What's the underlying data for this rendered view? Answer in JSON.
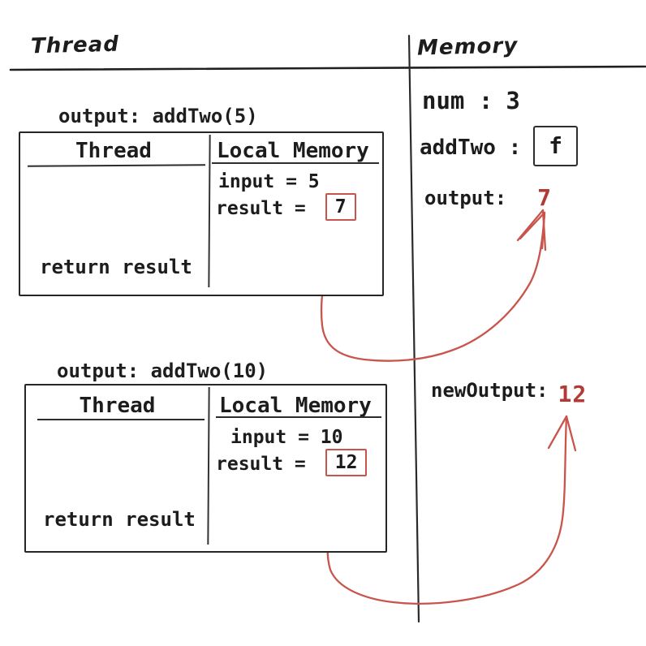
{
  "sections": {
    "left_title": "Thread",
    "right_title": "Memory"
  },
  "frame1": {
    "title": "output: addTwo(5)",
    "col_thread": "Thread",
    "col_memory": "Local Memory",
    "input": "input = 5",
    "result_label": "result =",
    "result_value": "7",
    "return_stmt": "return result"
  },
  "frame2": {
    "title": "output: addTwo(10)",
    "col_thread": "Thread",
    "col_memory": "Local Memory",
    "input": "input = 10",
    "result_label": "result =",
    "result_value": "12",
    "return_stmt": "return result"
  },
  "memory": {
    "num": {
      "label": "num :",
      "value": "3"
    },
    "addTwo": {
      "label": "addTwo :",
      "value": "f"
    },
    "output": {
      "label": "output:",
      "value": "7"
    },
    "newOutput": {
      "label": "newOutput:",
      "value": "12"
    }
  },
  "colors": {
    "ink": "#242424",
    "red_stroke": "#c9544c",
    "red_value": "#b23934"
  }
}
